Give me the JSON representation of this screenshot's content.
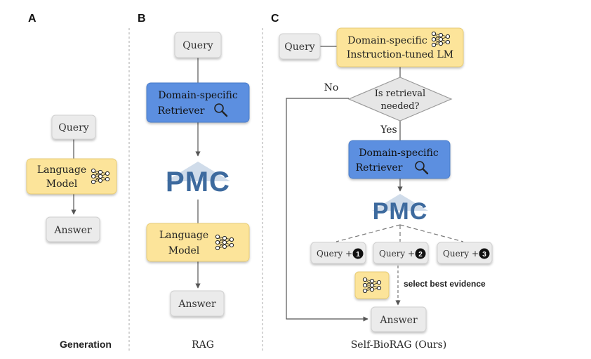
{
  "panels": {
    "a": {
      "letter": "A",
      "caption": "Generation"
    },
    "b": {
      "letter": "B",
      "caption": "RAG"
    },
    "c": {
      "letter": "C",
      "caption": "Self-BioRAG (Ours)"
    }
  },
  "panel_a": {
    "query": "Query",
    "lm_line1": "Language",
    "lm_line2": "Model",
    "answer": "Answer"
  },
  "panel_b": {
    "query": "Query",
    "retriever_line1": "Domain-specific",
    "retriever_line2": "Retriever",
    "pmc": "PMC",
    "lm_line1": "Language",
    "lm_line2": "Model",
    "answer": "Answer"
  },
  "panel_c": {
    "query": "Query",
    "lm_line1": "Domain-specific",
    "lm_line2": "Instruction-tuned LM",
    "decision_line1": "Is retrieval",
    "decision_line2": "needed?",
    "no_label": "No",
    "yes_label": "Yes",
    "retriever_line1": "Domain-specific",
    "retriever_line2": "Retriever",
    "pmc": "PMC",
    "evidence_prefix": "Query +",
    "evidence_numbers": [
      "1",
      "2",
      "3"
    ],
    "select_label": "select best evidence",
    "answer": "Answer"
  },
  "colors": {
    "yellow_box": "#fce49a",
    "blue_box": "#5b8fe0",
    "gray_box": "#ebebeb",
    "pmc_blue": "#3d6a9e",
    "line": "#555555"
  }
}
